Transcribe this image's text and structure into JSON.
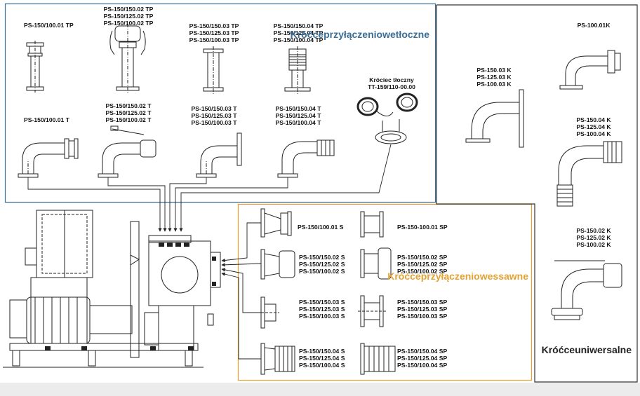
{
  "colors": {
    "discharge_frame": "#3a6e96",
    "suction_frame": "#e3a232",
    "universal_frame": "#333333",
    "discharge_heading": "#3a6e96",
    "suction_heading": "#e3a232",
    "universal_heading": "#222222"
  },
  "sections": {
    "discharge": {
      "heading_lines": [
        "Króćce",
        "przyłączeniowe",
        "tłoczne"
      ]
    },
    "suction": {
      "heading_lines": [
        "Króćce",
        "przyłączeniowe",
        "ssawne"
      ]
    },
    "universal": {
      "heading_lines": [
        "Króćce",
        "uniwersalne"
      ]
    }
  },
  "labels": {
    "d_tp1": [
      "PS-150/100.01 TP"
    ],
    "d_tp2": [
      "PS-150/150.02 TP",
      "PS-150/125.02 TP",
      "PS-150/100.02 TP"
    ],
    "d_tp3": [
      "PS-150/150.03 TP",
      "PS-150/125.03 TP",
      "PS-150/100.03 TP"
    ],
    "d_tp4": [
      "PS-150/150.04 TP",
      "PS-150/125.04 TP",
      "PS-150/100.04 TP"
    ],
    "d_t1": [
      "PS-150/100.01 T"
    ],
    "d_t2": [
      "PS-150/150.02 T",
      "PS-150/125.02 T",
      "PS-150/100.02 T"
    ],
    "d_t3": [
      "PS-150/150.03 T",
      "PS-150/125.03 T",
      "PS-150/100.03 T"
    ],
    "d_t4": [
      "PS-150/150.04 T",
      "PS-150/125.04 T",
      "PS-150/100.04 T"
    ],
    "d_tt": [
      "Króciec tłoczny",
      "TT-159/110-00.00"
    ],
    "s_s1": [
      "PS-150/100.01 S"
    ],
    "s_s2": [
      "PS-150/150.02 S",
      "PS-150/125.02 S",
      "PS-150/100.02 S"
    ],
    "s_s3": [
      "PS-150/150.03 S",
      "PS-150/125.03 S",
      "PS-150/100.03 S"
    ],
    "s_s4": [
      "PS-150/150.04 S",
      "PS-150/125.04 S",
      "PS-150/100.04 S"
    ],
    "s_sp1": [
      "PS-150-100.01 SP"
    ],
    "s_sp2": [
      "PS-150/150.02 SP",
      "PS-150/125.02 SP",
      "PS-150/100.02 SP"
    ],
    "s_sp3": [
      "PS-150/150.03 SP",
      "PS-150/125.03 SP",
      "PS-150/100.03 SP"
    ],
    "s_sp4": [
      "PS-150/150.04 SP",
      "PS-150/125.04 SP",
      "PS-150/100.04 SP"
    ],
    "u_k1": [
      "PS-100.01K"
    ],
    "u_k3": [
      "PS-150.03 K",
      "PS-125.03 K",
      "PS-100.03 K"
    ],
    "u_k4": [
      "PS-150.04 K",
      "PS-125.04 K",
      "PS-100.04 K"
    ],
    "u_k2": [
      "PS-150.02 K",
      "PS-125.02 K",
      "PS-100.02 K"
    ]
  }
}
